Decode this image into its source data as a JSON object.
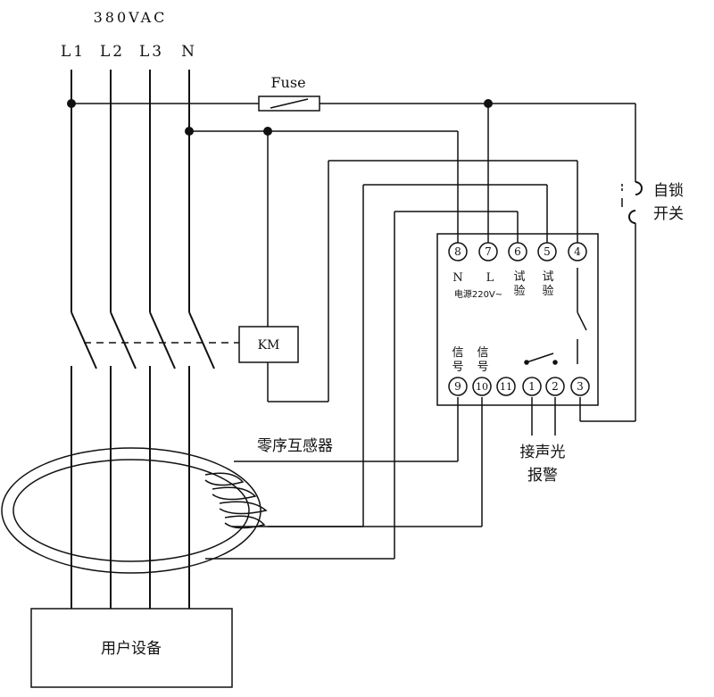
{
  "supply": {
    "voltage": "380VAC",
    "lines": [
      "L1",
      "L2",
      "L3",
      "N"
    ]
  },
  "fuse_label": "Fuse",
  "contactor_label": "KM",
  "self_lock_switch": [
    "自锁",
    "开关"
  ],
  "ct_label": "零序互感器",
  "alarm_label": [
    "接声光",
    "报警"
  ],
  "load_label": "用户设备",
  "relay": {
    "top_terminals": [
      "8",
      "7",
      "6",
      "5",
      "4"
    ],
    "top_labels": {
      "n": "N",
      "l": "L",
      "test1": [
        "试",
        "验"
      ],
      "test2": [
        "试",
        "验"
      ],
      "power": "电源220V~"
    },
    "bottom_terminals": [
      "9",
      "10",
      "11",
      "1",
      "2",
      "3"
    ],
    "signal1": [
      "信",
      "号"
    ],
    "signal2": [
      "信",
      "号"
    ]
  }
}
